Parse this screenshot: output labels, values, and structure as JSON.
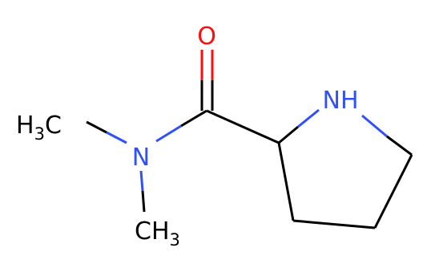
{
  "molecule": {
    "colors": {
      "carbon": "#000000",
      "nitrogen": "#3050f8",
      "oxygen": "#ff0d0d",
      "background": "#ffffff"
    },
    "atoms": {
      "oxygen": {
        "symbol": "O"
      },
      "ring_nh": {
        "symbol": "N",
        "h": "H"
      },
      "amide_n": {
        "symbol": "N"
      },
      "methyl_top": {
        "h": "H",
        "sub": "3",
        "c": "C"
      },
      "methyl_bottom": {
        "c": "CH",
        "sub": "3"
      }
    }
  }
}
